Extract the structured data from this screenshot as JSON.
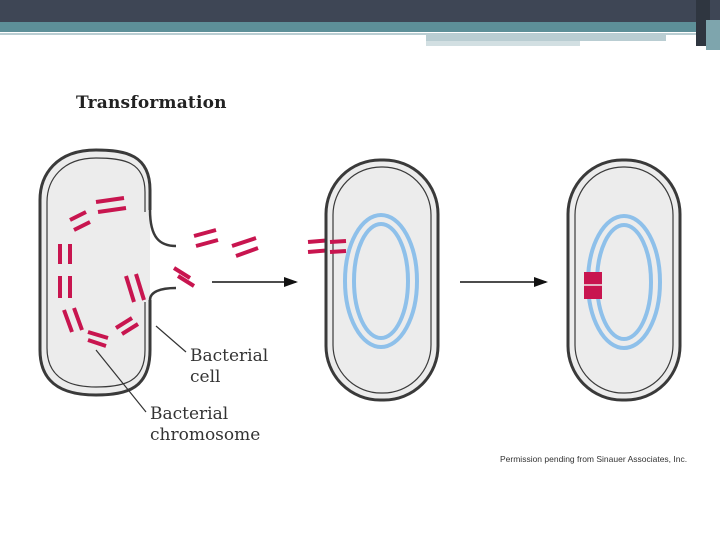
{
  "slide": {
    "title": "Transformation",
    "labels": {
      "cell_line1": "Bacterial",
      "cell_line2": "cell",
      "chromosome_line1": "Bacterial",
      "chromosome_line2": "chromosome"
    },
    "credit": "Permission pending from Sinauer Associates, Inc."
  },
  "colors": {
    "header_bar": "#3e4655",
    "teal_bar": "#5d8f98",
    "accent_light": "#b9cdd2",
    "cell_fill": "#ececec",
    "cell_outline": "#3a3a3a",
    "donor_dna": "#c8154f",
    "recipient_dna": "#8ec0ea"
  }
}
